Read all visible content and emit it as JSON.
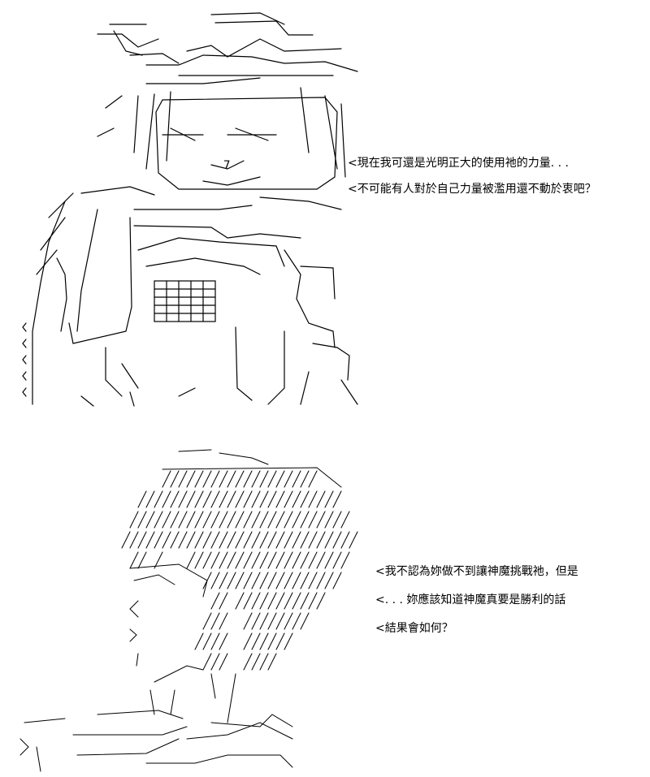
{
  "panels": [
    {
      "figure": "knight-ascii-figure",
      "lines": [
        "<現在我可還是光明正大的使用祂的力量. . .",
        "<不可能有人對於自己力量被濫用還不動於衷吧？"
      ]
    },
    {
      "figure": "hooded-ascii-figure",
      "lines": [
        "<我不認為妳做不到讓神魔挑戰祂，但是",
        "<. . . 妳應該知道神魔真要是勝利的話",
        "<結果會如何？"
      ]
    }
  ],
  "colors": {
    "ink": "#000000",
    "background": "#ffffff"
  }
}
